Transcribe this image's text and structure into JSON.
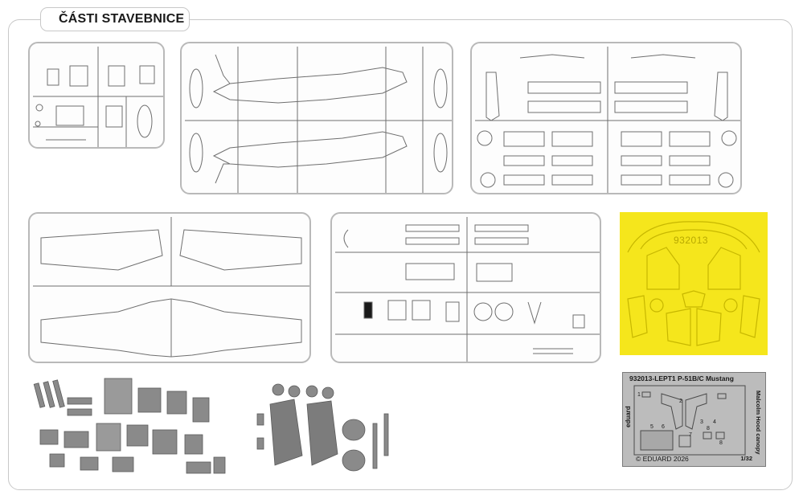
{
  "section": {
    "title": "ČÁSTI STAVEBNICE"
  },
  "mask_sheet": {
    "label": "932013"
  },
  "pe_fret": {
    "title": "932013-LEPT1 P-51B/C Mustang",
    "brand": "eduard",
    "side_text": "Malcolm Hood canopy",
    "copyright": "© EDUARD 2026",
    "scale": "1/32",
    "part_numbers": [
      "1",
      "2",
      "3",
      "4",
      "5",
      "6",
      "7",
      "8",
      "8"
    ]
  },
  "colors": {
    "sprue_frame": "#b9b9b9",
    "part_line": "#6f6f6f",
    "mask_yellow": "#f5e61c",
    "pe_gray": "#bcbcbc",
    "resin_gray": "#8a8a8a"
  }
}
